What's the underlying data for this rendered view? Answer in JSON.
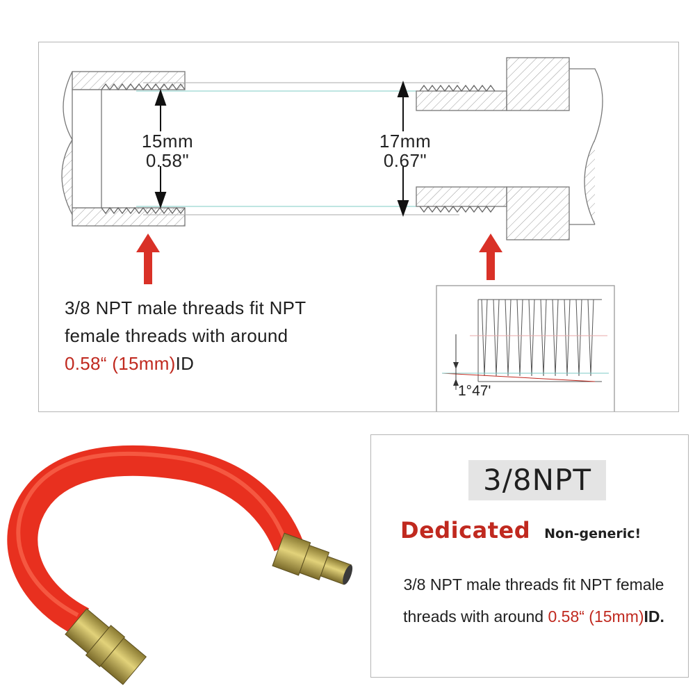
{
  "diagram": {
    "left_dim": {
      "mm": "15mm",
      "inch": "0.58\""
    },
    "right_dim": {
      "mm": "17mm",
      "inch": "0.67\""
    },
    "description": {
      "line1": "3/8 NPT male threads fit NPT",
      "line2": "female threads with around",
      "highlight": "0.58“ (15mm)",
      "suffix": "ID"
    },
    "taper_angle": "1°47'"
  },
  "info_card": {
    "badge": "3/8NPT",
    "dedicated": "Dedicated",
    "non_generic": "Non-generic!",
    "desc_line1": "3/8 NPT male threads fit NPT female",
    "desc_prefix": "threads with around ",
    "desc_highlight": "0.58“ (15mm)",
    "desc_suffix": "ID."
  },
  "colors": {
    "accent_red": "#c0291f",
    "hose_red": "#ee3424",
    "fitting_brass": "#c9b458"
  }
}
